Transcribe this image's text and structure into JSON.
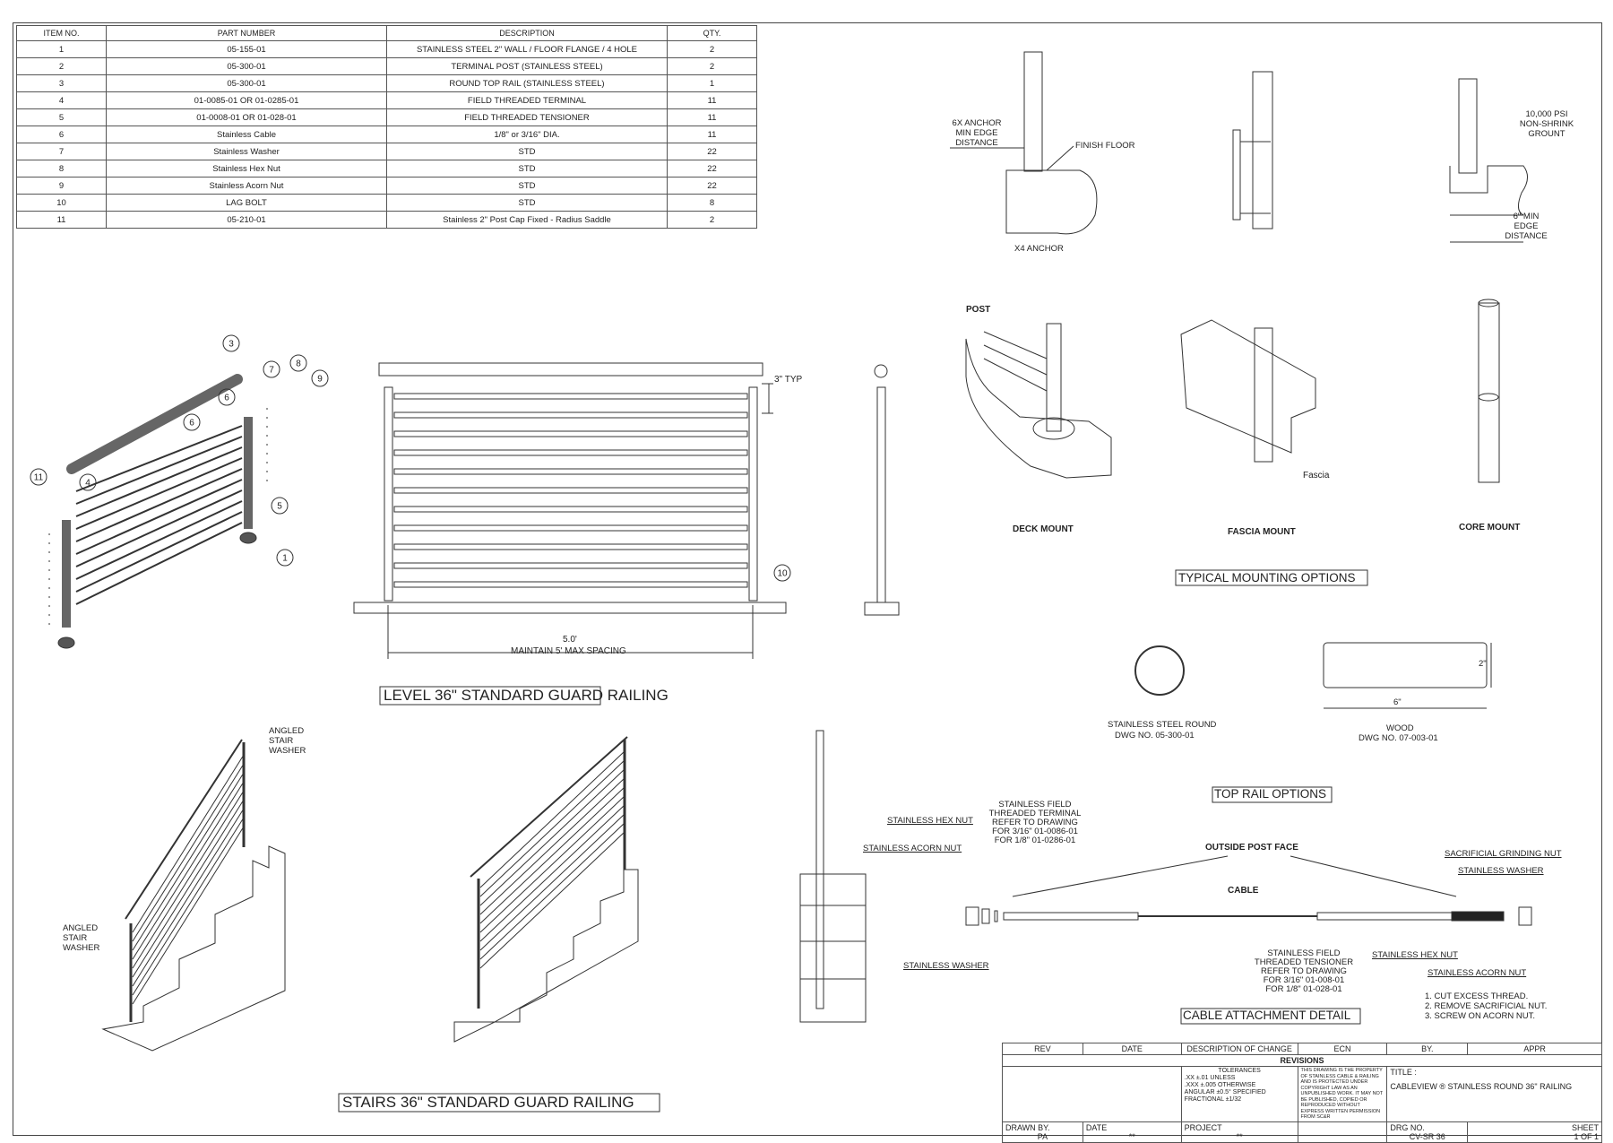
{
  "bom": {
    "headers": [
      "ITEM NO.",
      "PART NUMBER",
      "DESCRIPTION",
      "QTY."
    ],
    "rows": [
      [
        "1",
        "05-155-01",
        "STAINLESS STEEL 2\" WALL / FLOOR FLANGE / 4 HOLE",
        "2"
      ],
      [
        "2",
        "05-300-01",
        "TERMINAL POST (STAINLESS STEEL)",
        "2"
      ],
      [
        "3",
        "05-300-01",
        "ROUND TOP RAIL (STAINLESS STEEL)",
        "1"
      ],
      [
        "4",
        "01-0085-01 OR 01-0285-01",
        "FIELD THREADED TERMINAL",
        "11"
      ],
      [
        "5",
        "01-0008-01 OR 01-028-01",
        "FIELD THREADED TENSIONER",
        "11"
      ],
      [
        "6",
        "Stainless Cable",
        "1/8\" or 3/16\" DIA.",
        "11"
      ],
      [
        "7",
        "Stainless Washer",
        "STD",
        "22"
      ],
      [
        "8",
        "Stainless Hex Nut",
        "STD",
        "22"
      ],
      [
        "9",
        "Stainless Acorn Nut",
        "STD",
        "22"
      ],
      [
        "10",
        "LAG BOLT",
        "STD",
        "8"
      ],
      [
        "11",
        "05-210-01",
        "Stainless 2\" Post Cap Fixed - Radius Saddle",
        "2"
      ]
    ]
  },
  "balloons": [
    "1",
    "3",
    "4",
    "5",
    "6",
    "6",
    "7",
    "8",
    "9",
    "10",
    "11"
  ],
  "level_view": {
    "typ_label": "3\" TYP",
    "dim": "5.0'",
    "dim_note": "MAINTAIN 5' MAX SPACING",
    "title": "LEVEL 36\" STANDARD GUARD RAILING"
  },
  "stairs_view": {
    "angled_top": "ANGLED STAIR WASHER",
    "angled_bottom": "ANGLED STAIR WASHER",
    "title": "STAIRS 36\" STANDARD GUARD RAILING"
  },
  "anchor_detail": {
    "anchor_note": "6X ANCHOR MIN EDGE DISTANCE",
    "finish_floor": "FINISH FLOOR",
    "x4": "X4 ANCHOR"
  },
  "core_detail": {
    "grout": "10,000 PSI NON-SHRINK GROUNT",
    "edge": "6\" MIN EDGE DISTANCE"
  },
  "mounting": {
    "post": "POST",
    "deck": "DECK MOUNT",
    "fascia": "FASCIA MOUNT",
    "fascia_label": "Fascia",
    "core": "CORE MOUNT",
    "title": "TYPICAL MOUNTING OPTIONS"
  },
  "top_rail": {
    "round": "STAINLESS STEEL ROUND",
    "round_dwg": "DWG NO. 05-300-01",
    "wood": "WOOD",
    "wood_dwg": "DWG NO. 07-003-01",
    "dim_w": "6\"",
    "dim_h": "2\"",
    "title": "TOP RAIL OPTIONS"
  },
  "cable_detail": {
    "hex_nut": "STAINLESS HEX NUT",
    "acorn_nut": "STAINLESS ACORN NUT",
    "washer": "STAINLESS WASHER",
    "terminal": [
      "STAINLESS FIELD",
      "THREADED TERMINAL",
      "REFER TO DRAWING",
      "FOR 3/16\" 01-0086-01",
      "FOR 1/8\" 01-0286-01"
    ],
    "outside_post": "OUTSIDE POST FACE",
    "cable": "CABLE",
    "sacrificial": "SACRIFICIAL GRINDING NUT",
    "washer_right": "STAINLESS WASHER",
    "tensioner": [
      "STAINLESS FIELD",
      "THREADED TENSIONER",
      "REFER TO DRAWING",
      "FOR 3/16\" 01-008-01",
      "FOR 1/8\" 01-028-01"
    ],
    "hex_nut_right": "STAINLESS HEX NUT",
    "acorn_right": "STAINLESS ACORN NUT",
    "notes": [
      "1.   CUT EXCESS THREAD.",
      "2.   REMOVE SACRIFICIAL NUT.",
      "3.   SCREW ON ACORN NUT."
    ],
    "title": "CABLE ATTACHMENT DETAIL"
  },
  "title_block": {
    "rev_headers": [
      "REV",
      "DATE",
      "DESCRIPTION OF CHANGE",
      "ECN",
      "BY.",
      "APPR"
    ],
    "revisions": "REVISIONS",
    "tolerances": [
      "TOLERANCES",
      ".XX ±.01        UNLESS",
      ".XXX ±.005      OTHERWISE",
      "ANGULAR ±0.5°  SPECIFIED",
      "FRACTIONAL ±1/32"
    ],
    "property": "THIS DRAWING IS THE PROPERTY OF STAINLESS CABLE & RAILING AND IS PROTECTED UNDER COPYRIGHT LAW AS AN UNPUBLISHED WORK. IT MAY NOT BE PUBLISHED, COPIED OR REPRODUCED WITHOUT EXPRESS WRITTEN PERMISSION FROM SC&R",
    "title_label": "TITLE :",
    "title": "CABLEVIEW ® STAINLESS ROUND 36\" RAILING",
    "drawn_by_label": "DRAWN BY.",
    "drawn_by": "PA",
    "date_label": "DATE",
    "date": "**",
    "project_label": "PROJECT",
    "project": "**",
    "drg_label": "DRG NO.",
    "drg": "CV-SR 36",
    "sheet_label": "SHEET",
    "sheet": "1 OF 1"
  }
}
